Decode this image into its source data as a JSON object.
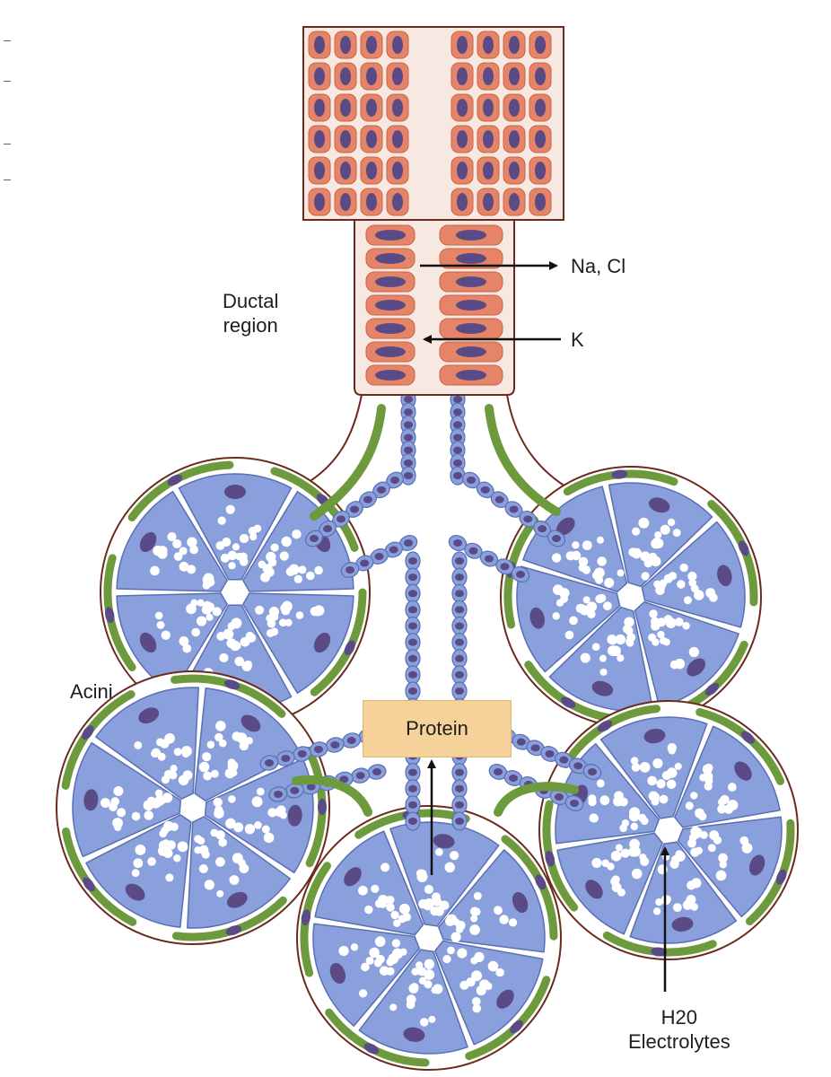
{
  "labels": {
    "ductal_line1": "Ductal",
    "ductal_line2": "region",
    "na_cl": "Na, Cl",
    "k": "K",
    "acini": "Acini",
    "protein": "Protein",
    "h2o_line1": "H20",
    "h2o_line2": "Electrolytes"
  },
  "colors": {
    "duct_cell": "#e58466",
    "duct_cell_dark": "#c9654a",
    "nucleus": "#5a4a86",
    "acinar_cell": "#8aa0dc",
    "acinar_cell_edge": "#5a6fb4",
    "myoepithelial": "#6e9a3e",
    "granule": "#ffffff",
    "outline": "#6b2a1e",
    "protein_box": "#f5d29a"
  }
}
